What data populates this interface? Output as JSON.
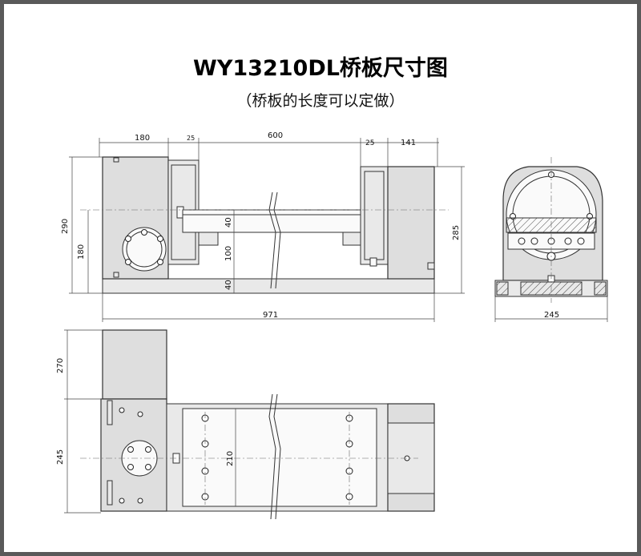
{
  "title": "WY13210DL桥板尺寸图",
  "subtitle": "（桥板的长度可以定做）",
  "dimensions": {
    "front_180": "180",
    "front_25_left": "25",
    "front_600": "600",
    "front_25_right": "25",
    "front_141": "141",
    "front_290": "290",
    "front_180_v": "180",
    "front_40_top": "40",
    "front_100": "100",
    "front_40_bottom": "40",
    "front_285": "285",
    "front_971": "971",
    "side_245": "245",
    "top_270": "270",
    "top_245": "245",
    "top_210": "210"
  }
}
